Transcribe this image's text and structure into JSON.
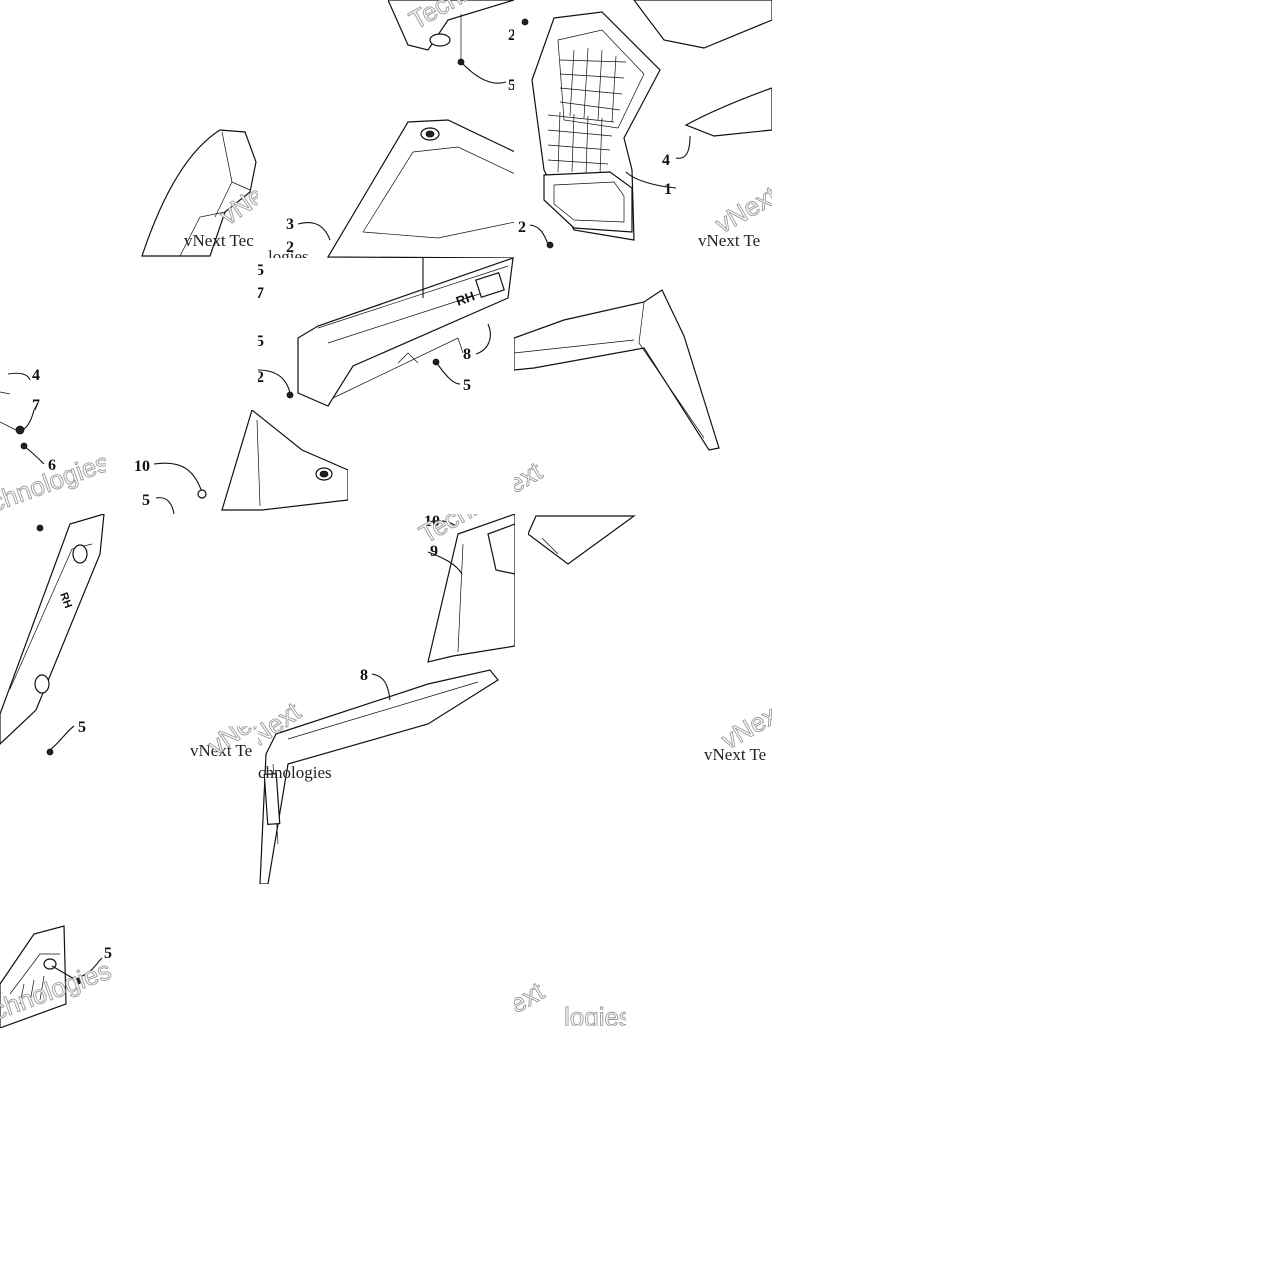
{
  "diagram": {
    "callouts": {
      "c1": "1",
      "c2": "2",
      "c3": "3",
      "c4": "4",
      "c5": "5",
      "c6": "6",
      "c7": "7",
      "c8": "8",
      "c9": "9",
      "c10": "10"
    },
    "badge_rh": "RH",
    "watermark": {
      "line1": "vNext",
      "line2": "Technologies",
      "frag_a": "vNext Tec",
      "frag_b": "vNext Te",
      "frag_c": "vNext",
      "frag_d": "Techn",
      "frag_e": "ext",
      "frag_f": "chnologies",
      "frag_g": "logies"
    }
  }
}
